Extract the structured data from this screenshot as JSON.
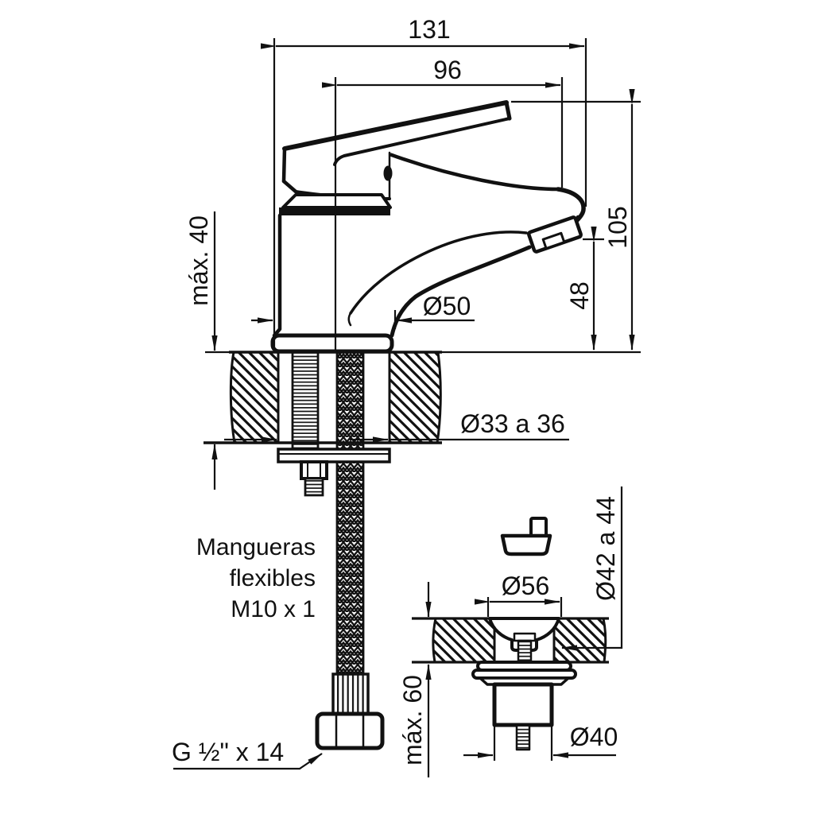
{
  "drawing": {
    "dims": {
      "width_total": "131",
      "width_spout": "96",
      "height_total": "105",
      "height_spout": "48",
      "deck_max": "máx. 40",
      "base_dia": "Ø50",
      "hole_dia": "Ø33 a 36"
    },
    "hose": {
      "line1": "Mangueras",
      "line2": "flexibles",
      "line3": "M10 x 1",
      "thread": "G ½\" x 14"
    },
    "drain": {
      "hole_top_dia": "Ø56",
      "plug_dia": "Ø42 a 44",
      "deck_max": "máx. 60",
      "body_dia": "Ø40"
    },
    "colors": {
      "ink": "#111111",
      "paper": "#ffffff"
    }
  }
}
